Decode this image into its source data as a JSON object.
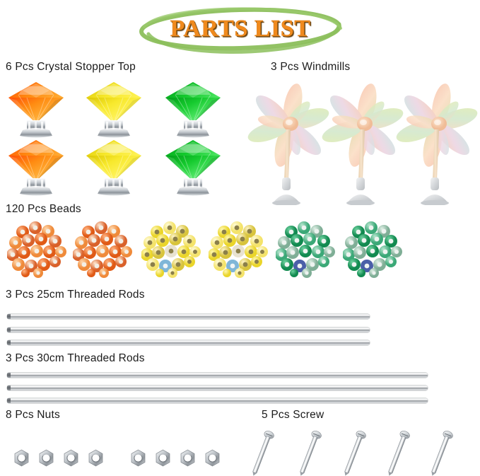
{
  "header": {
    "title": "PARTS LIST",
    "title_color": "#f08a1e",
    "ellipse_color": "#8cbf5c"
  },
  "sections": [
    {
      "id": "crystal-stopper-top",
      "label": "6 Pcs Crystal Stopper Top",
      "count": 6,
      "item_name": "crystal-knob",
      "colors": [
        "#ff7a10",
        "#ffe22a",
        "#12c12a",
        "#ff7a10",
        "#ffe22a",
        "#12c12a"
      ],
      "color_names": [
        "orange",
        "yellow",
        "green",
        "orange",
        "yellow",
        "green"
      ]
    },
    {
      "id": "windmills",
      "label": "3 Pcs Windmills",
      "count": 3,
      "item_name": "windmill-pinwheel",
      "blade_colors": [
        "#f6b9a6",
        "#f7d6a0",
        "#cfe6a8",
        "#bfe4e0",
        "#e9c9dd",
        "#f3c0a8"
      ],
      "stem_color": "#f0d8bc",
      "base_color": "#dcdee0"
    },
    {
      "id": "beads",
      "label": "120 Pcs Beads",
      "count": 6,
      "item_name": "bead-cluster",
      "cluster_colors": [
        "#ef6a22",
        "#ef6a22",
        "#f2d22a",
        "#f2d22a",
        "#1f9e62",
        "#1f9e62"
      ],
      "cluster_color_names": [
        "orange",
        "orange",
        "yellow",
        "yellow",
        "green",
        "green"
      ]
    },
    {
      "id": "threaded-rods-25cm",
      "label": "3 Pcs 25cm Threaded Rods",
      "count": 3,
      "item_name": "threaded-rod",
      "length_cm": 25
    },
    {
      "id": "threaded-rods-30cm",
      "label": "3 Pcs 30cm Threaded Rods",
      "count": 3,
      "item_name": "threaded-rod",
      "length_cm": 30
    },
    {
      "id": "nuts",
      "label": "8 Pcs Nuts",
      "count": 8,
      "item_name": "hex-nut"
    },
    {
      "id": "screws",
      "label": "5 Pcs Screw",
      "count": 5,
      "item_name": "screw"
    }
  ]
}
